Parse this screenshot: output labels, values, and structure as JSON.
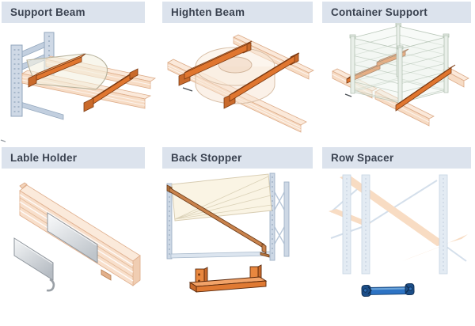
{
  "palette": {
    "header_background": "#dce3ed",
    "header_text": "#3a4250",
    "beam_orange": "#e0762f",
    "beam_orange_highlight": "#f09a5a",
    "beam_tan": "#f7dcc5",
    "upright_blue_gray": "#cfd9e6",
    "mesh_green_gray": "#e9efe9",
    "spacer_blue": "#2d73c4",
    "label_plate_gray": "#bfc5cb"
  },
  "cards": [
    {
      "id": "support-beam",
      "title": "Support Beam"
    },
    {
      "id": "highten-beam",
      "title": "Highten Beam"
    },
    {
      "id": "container-support",
      "title": "Container Support"
    },
    {
      "id": "lable-holder",
      "title": "Lable Holder"
    },
    {
      "id": "back-stopper",
      "title": "Back Stopper"
    },
    {
      "id": "row-spacer",
      "title": "Row Spacer"
    }
  ]
}
